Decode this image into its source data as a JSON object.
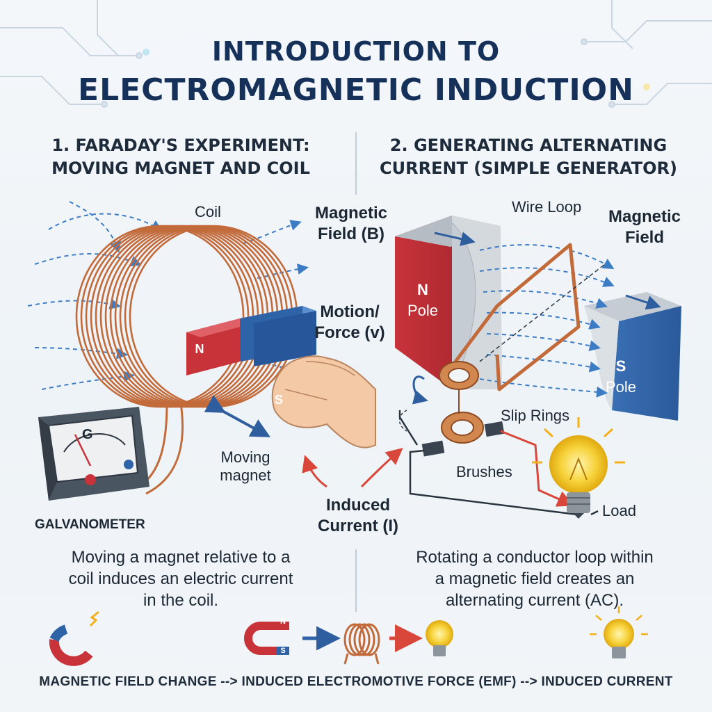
{
  "title": {
    "line1": "INTRODUCTION TO",
    "line2": "ELECTROMAGNETIC INDUCTION"
  },
  "left": {
    "heading_line1": "1. FARADAY'S EXPERIMENT:",
    "heading_line2": "MOVING MAGNET AND COIL",
    "coil_label": "Coil",
    "magnet_n": "N",
    "magnet_s": "S",
    "galvanometer_label": "GALVANOMETER",
    "galvanometer_dial": "G",
    "moving_magnet_line1": "Moving",
    "moving_magnet_line2": "magnet",
    "caption_line1": "Moving a magnet relative to a",
    "caption_line2": "coil induces an electric current",
    "caption_line3": "in the coil."
  },
  "center": {
    "magnetic_field_line1": "Magnetic",
    "magnetic_field_line2": "Field (B)",
    "motion_line1": "Motion/",
    "motion_line2": "Force (v)",
    "induced_line1": "Induced",
    "induced_line2": "Current (I)"
  },
  "right": {
    "heading_line1": "2. GENERATING ALTERNATING",
    "heading_line2": "CURRENT (SIMPLE GENERATOR)",
    "wire_loop": "Wire Loop",
    "magnetic_field_line1": "Magnetic",
    "magnetic_field_line2": "Field",
    "n_pole_line1": "N",
    "n_pole_line2": "Pole",
    "s_pole_line1": "S",
    "s_pole_line2": "Pole",
    "slip_rings": "Slip Rings",
    "brushes": "Brushes",
    "load": "Load",
    "caption_line1": "Rotating a conductor loop within",
    "caption_line2": "a magnetic field creates an",
    "caption_line3": "alternating current (AC)."
  },
  "footer": {
    "text": "MAGNETIC FIELD CHANGE --> INDUCED ELECTROMOTIVE FORCE (EMF) --> INDUCED CURRENT",
    "icon_magnet_n": "N",
    "icon_magnet_s": "S"
  },
  "colors": {
    "title": "#15315a",
    "north": "#c8333a",
    "south": "#2f63a8",
    "copper": "#c26a3a",
    "field_lines": "#3b7cc4",
    "current_arrow": "#d8473a",
    "bulb": "#f7c51e"
  }
}
